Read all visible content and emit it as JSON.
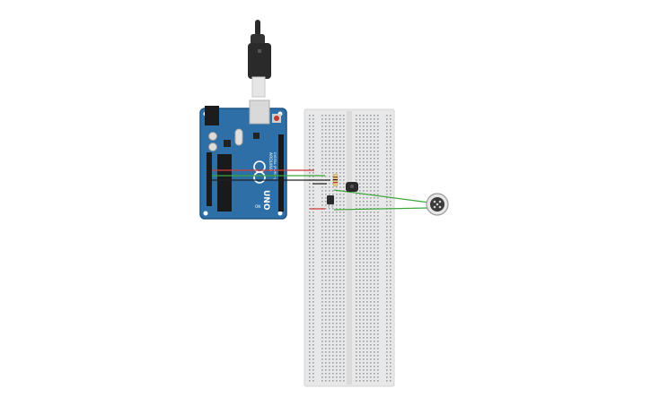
{
  "board": {
    "logo_text": "UNO",
    "brand_text": "ARDUINO",
    "pin_label": "DIGITAL (PWM ~)",
    "on_label": "ON"
  },
  "colors": {
    "board_blue": "#2d6fa6",
    "board_blue_dark": "#1e5584",
    "breadboard": "#e8e8e8",
    "wire_red": "#d23a3a",
    "wire_green": "#3aa63a",
    "wire_black": "#222222",
    "usb_cable": "#2a2a2a",
    "usb_plug": "#e6e6e6"
  },
  "components": {
    "usb_cable": "usb-cable",
    "arduino": "arduino-uno-board",
    "breadboard": "breadboard",
    "resistor": "resistor",
    "sensor": "temperature-sensor",
    "transistor": "transistor",
    "microphone": "microphone"
  }
}
